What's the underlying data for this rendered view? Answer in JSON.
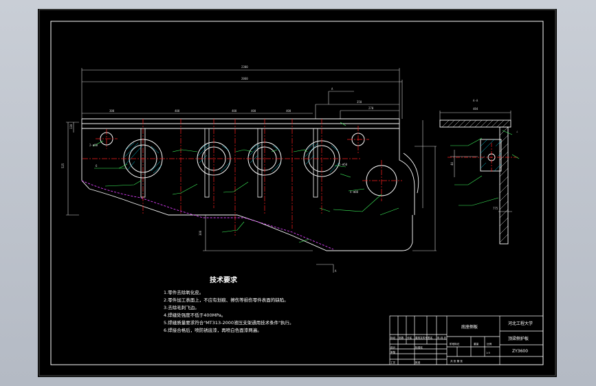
{
  "drawing": {
    "dimensions": {
      "overall": "2300",
      "inner": "2060",
      "pitch_1": "300",
      "pitch_2": "400",
      "pitch_3": "400",
      "pitch_4": "400",
      "pitch_5": "400",
      "right_1": "350",
      "right_2": "270",
      "left_h": "130",
      "height": "525",
      "lower": "300",
      "section_w": "484",
      "section_top": "44",
      "section_h": "775"
    },
    "hole_labels": [
      "2-Φ50",
      "2-Φ50",
      "4-Φ80"
    ],
    "weld_symbol": "6",
    "section_callout": "A",
    "section_title": "A-A",
    "weld_mark_right": "∠"
  },
  "notes": {
    "title": "技术要求",
    "items": [
      "1.零件去除氧化皮。",
      "2.零件加工表面上，不应有划痕、擦伤等损伤零件表面的缺陷。",
      "3.去除毛刺飞边。",
      "4.焊缝处强度不低于400MPa。",
      "5.焊缝质量要求符合\"MT313-2000液压支架通用技术条件\"执行。",
      "6.焊接合格后，喷防锈底漆，再喷白色面漆两遍。"
    ]
  },
  "title_block": {
    "drawing_name": "底座侧板",
    "university": "河北工程大学",
    "part_name": "顶梁侧护板",
    "drawing_no": "ZY3600",
    "scale": "1:5",
    "material": "",
    "sheet_text": "共  张    第  张",
    "cells": [
      "标记",
      "处数",
      "分区",
      "更改文件号",
      "签名",
      "年.月.日",
      "设计",
      "标准化",
      "审核",
      "工艺",
      "批准",
      "阶段标记",
      "重量",
      "比例"
    ]
  }
}
